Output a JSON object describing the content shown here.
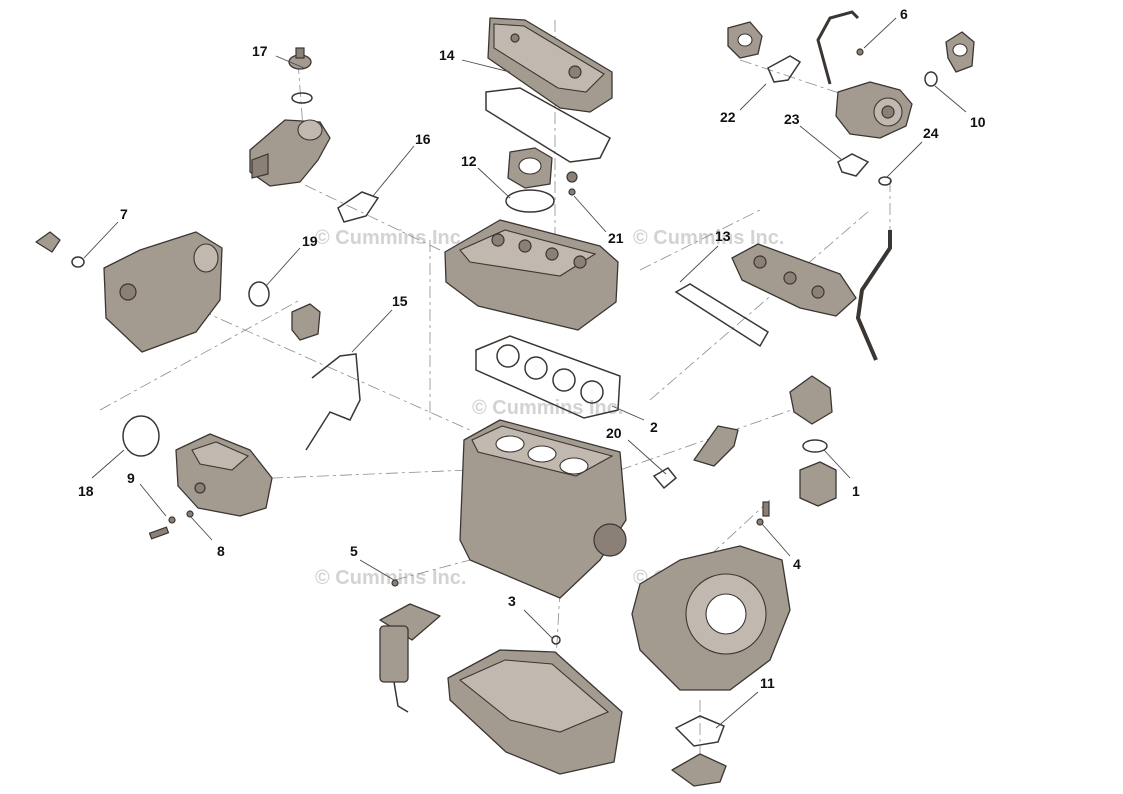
{
  "watermarks": [
    "© Cummins Inc.",
    "© Cummins Inc.",
    "© Cummins Inc.",
    "© Cummins Inc.",
    "© Cummins Inc."
  ],
  "callouts": [
    "1",
    "2",
    "3",
    "4",
    "5",
    "6",
    "7",
    "8",
    "9",
    "10",
    "11",
    "12",
    "13",
    "14",
    "15",
    "16",
    "17",
    "18",
    "19",
    "20",
    "21",
    "22",
    "23",
    "24"
  ],
  "colors": {
    "part_fill": "#a39a90",
    "outline": "#3c3632",
    "watermark": "#d3d3d3",
    "leader": "#4a4a4a"
  }
}
